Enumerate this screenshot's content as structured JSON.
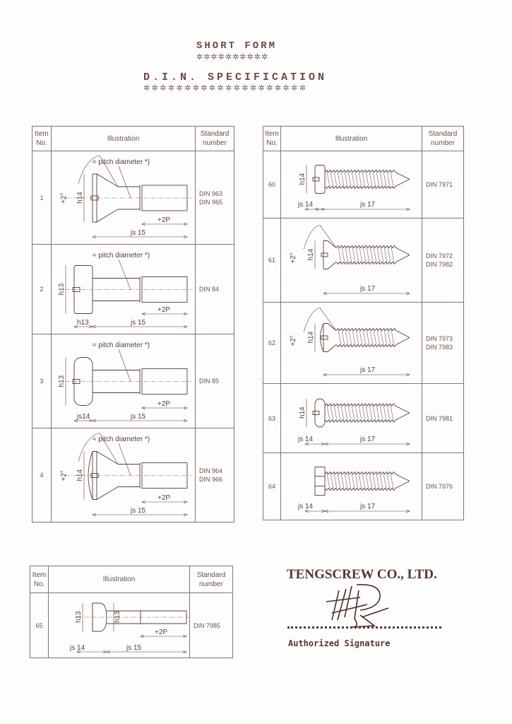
{
  "header": {
    "title1": "SHORT FORM",
    "stars1": "✲✲✲✲✲✲✲✲✲✲",
    "title2": "D.I.N. SPECIFICATION",
    "stars2": "✲✲✲✲✲✲✲✲✲✲✲✲✲✲✲✲✲✲✲✲"
  },
  "columns": {
    "item": "Item No.",
    "illustration": "Illustration",
    "standard": "Standard number"
  },
  "left_table": [
    {
      "item": "1",
      "standards": [
        "DIN 963",
        "DIN 965"
      ],
      "drawing": "countersunk",
      "labels": {
        "pitch": "≈ pitch diameter *)",
        "h": "h14",
        "len": "js 15",
        "thread": "+2P",
        "angle": "+2°"
      }
    },
    {
      "item": "2",
      "standards": [
        "DIN 84"
      ],
      "drawing": "cheese",
      "labels": {
        "pitch": "≈ pitch diameter *)",
        "h": "h13",
        "head": "h13",
        "len": "js 15",
        "thread": "+2P"
      }
    },
    {
      "item": "3",
      "standards": [
        "DIN 85"
      ],
      "drawing": "raised-cheese",
      "labels": {
        "pitch": "≈ pitch diameter *)",
        "h": "h13",
        "head": "js14",
        "len": "js 15",
        "thread": "+2P"
      }
    },
    {
      "item": "4",
      "standards": [
        "DIN 964",
        "DIN 966"
      ],
      "drawing": "raised-countersunk",
      "labels": {
        "pitch": "≈ pitch diameter *)",
        "h": "h14",
        "len": "js 15",
        "thread": "+2P",
        "angle": "+2°"
      }
    }
  ],
  "right_table": [
    {
      "item": "60",
      "standards": [
        "DIN 7971"
      ],
      "drawing": "tap-cheese",
      "labels": {
        "h": "h14",
        "head": "js 14",
        "len": "js 17"
      }
    },
    {
      "item": "61",
      "standards": [
        "DIN 7972",
        "DIN 7982"
      ],
      "drawing": "tap-countersunk",
      "labels": {
        "h": "h14",
        "len": "js 17",
        "angle": "+2°"
      }
    },
    {
      "item": "62",
      "standards": [
        "DIN 7973",
        "DIN 7983"
      ],
      "drawing": "tap-raised",
      "labels": {
        "h": "h14",
        "len": "js 17",
        "angle": "+2°"
      }
    },
    {
      "item": "63",
      "standards": [
        "DIN 7981"
      ],
      "drawing": "tap-pan",
      "labels": {
        "h": "h14",
        "head": "js 14",
        "len": "js 17"
      }
    },
    {
      "item": "64",
      "standards": [
        "DIN 7976"
      ],
      "drawing": "tap-hex",
      "labels": {
        "head": "js 14",
        "len": "js 17"
      }
    }
  ],
  "bottom_table": [
    {
      "item": "65",
      "standards": [
        "DIN 7985"
      ],
      "drawing": "pan-cross",
      "labels": {
        "h": "h13",
        "h2": "h13",
        "head": "js 14",
        "len": "js 15",
        "thread": "+2P"
      }
    }
  ],
  "signature": {
    "company": "TENGSCREW CO., LTD.",
    "label": "Authorized Signature"
  },
  "colors": {
    "ink": "#5a3d3d",
    "line": "#8a7272"
  }
}
